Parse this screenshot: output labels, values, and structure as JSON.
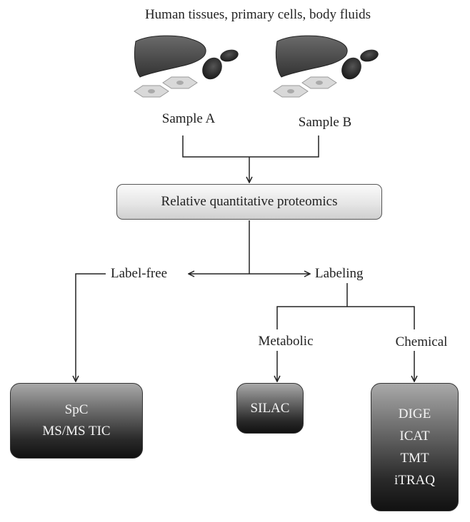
{
  "header": {
    "title": "Human tissues, primary cells, body fluids"
  },
  "samples": {
    "a_label": "Sample A",
    "b_label": "Sample B"
  },
  "main": {
    "label": "Relative quantitative proteomics"
  },
  "branches": {
    "label_free": "Label-free",
    "labeling": "Labeling"
  },
  "sub_branches": {
    "metabolic": "Metabolic",
    "chemical": "Chemical"
  },
  "leaves": {
    "label_free": [
      "SpC",
      "MS/MS TIC"
    ],
    "metabolic": [
      "SILAC"
    ],
    "chemical": [
      "DIGE",
      "ICAT",
      "TMT",
      "iTRAQ"
    ]
  }
}
